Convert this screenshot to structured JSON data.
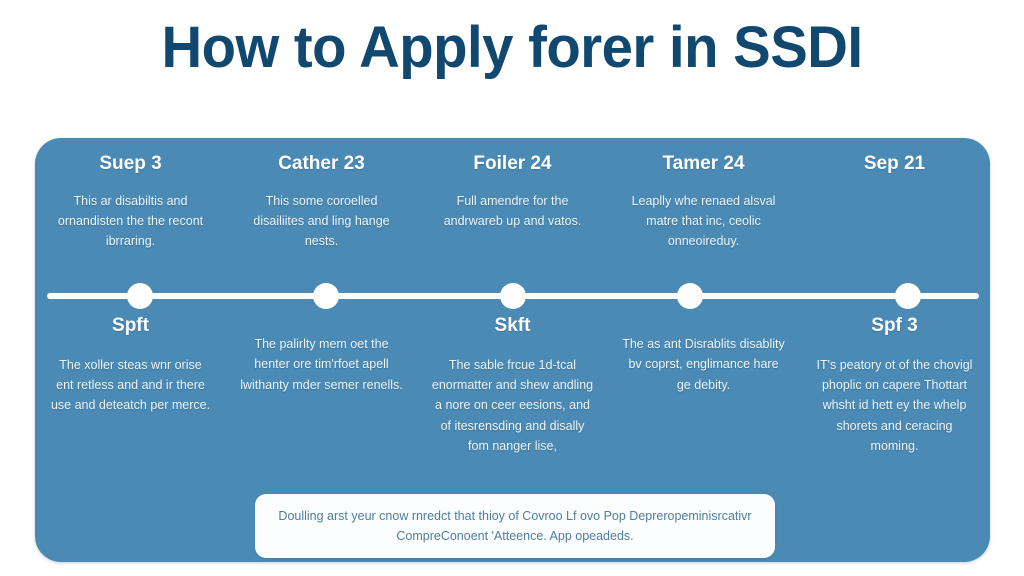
{
  "page": {
    "title": "How to Apply forer in SSDI",
    "title_color": "#11486f",
    "card_color": "#4a8ab4",
    "accent_color": "#ffffff",
    "footer_text_color": "#4e7f9e"
  },
  "timeline": {
    "dot_positions_pct": [
      10.3,
      30.1,
      50.0,
      68.8,
      92.0
    ],
    "columns_top": [
      {
        "heading": "Suep 3",
        "body": "This ar disabiltis and ornandisten the the recont ibrraring."
      },
      {
        "heading": "Cather 23",
        "body": "This some coroelled disailiites and ling hange nests."
      },
      {
        "heading": "Foiler 24",
        "body": "Full amendre for the andrwareb up and vatos."
      },
      {
        "heading": "Tamer 24",
        "body": "Leaplly whe renaed alsval matre that inc, ceolic onneoireduy."
      },
      {
        "heading": "Sep 21",
        "body": ""
      }
    ],
    "columns_bottom": [
      {
        "heading": "Spft",
        "body": "The xoller steas wnr orise ent retless and and ir there use and deteatch per merce."
      },
      {
        "heading": "",
        "body": "The palirlty mem oet the henter ore tim'rfoet apell lwithanty mder semer renells."
      },
      {
        "heading": "Skft",
        "body": "The sable frcue 1d-tcal enormatter and shew andling a nore on ceer eesions, and of itesrensding and disally fom nanger lise,"
      },
      {
        "heading": "",
        "body": "The as ant Disrablits disablity bv coprst, englimance hare ge debity."
      },
      {
        "heading": "Spf 3",
        "body": "IT's peatory ot of the chovigl phoplic on capere Thottart whsht id hett ey the whelp shorets and ceracing moming."
      }
    ]
  },
  "footer": {
    "note": "Doulling arst yeur cnow rnredct that thioy of Covroo Lf ovo Pop Depreropeminisrcativr CompreConoent 'Atteence. App opeadeds."
  }
}
